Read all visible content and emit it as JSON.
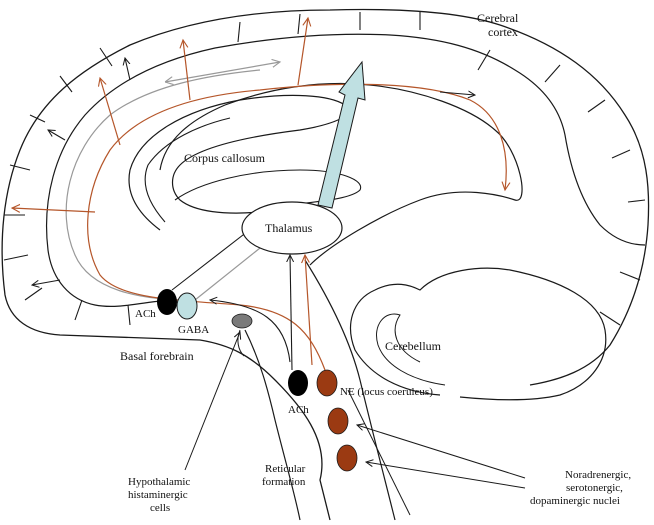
{
  "labels": {
    "cortex_line1": "Cerebral",
    "cortex_line2": "cortex",
    "corpus_callosum": "Corpus callosum",
    "thalamus": "Thalamus",
    "ach_forebrain": "ACh",
    "gaba": "GABA",
    "basal_forebrain": "Basal forebrain",
    "cerebellum": "Cerebellum",
    "ach_brainstem": "ACh",
    "ne": "NE (locus coeruleus)",
    "hypo_line1": "Hypothalamic",
    "hypo_line2": "histaminergic",
    "hypo_line3": "cells",
    "reticular_line1": "Reticular",
    "reticular_line2": "formation",
    "nuclei_line1": "Noradrenergic,",
    "nuclei_line2": "serotonergic,",
    "nuclei_line3": "dopaminergic nuclei"
  },
  "colors": {
    "outline": "#1a1a1a",
    "orange_pathway": "#b5562a",
    "gray_pathway": "#999999",
    "ach_fill": "#000000",
    "gaba_fill": "#bfe0e2",
    "histamine_fill": "#7a7a7a",
    "monoamine_fill": "#9b3a12",
    "big_arrow_fill": "#bfe0e2"
  }
}
